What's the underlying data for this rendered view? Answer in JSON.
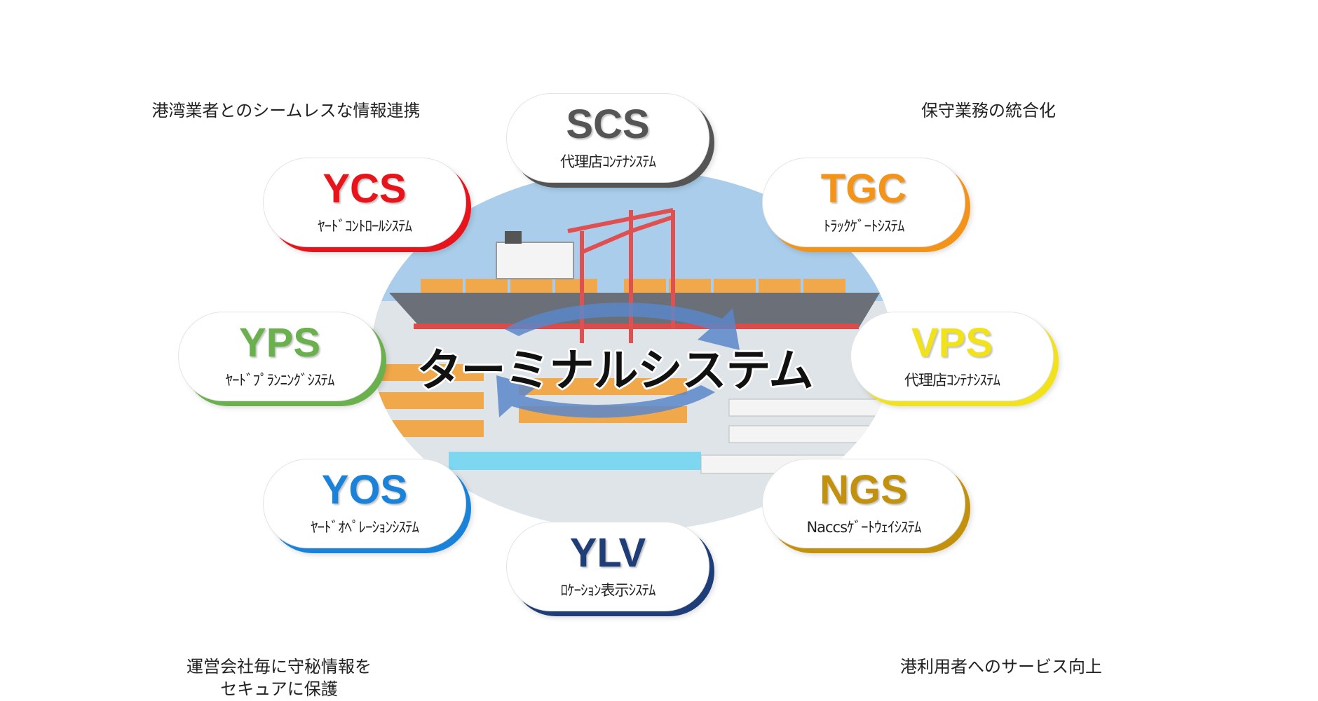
{
  "corners": {
    "seamless": {
      "title": "Seamless",
      "subtitle": "港湾業者とのシームレスな情報連携",
      "color": "#ff2d8a"
    },
    "integrate": {
      "title": "Integrate",
      "subtitle": "保守業務の統合化",
      "color": "#f5a020"
    },
    "security": {
      "title": "Security",
      "subtitle_line1": "運営会社毎に守秘情報を",
      "subtitle_line2": "セキュアに保護",
      "color": "#22c23a"
    },
    "service": {
      "title": "Service",
      "subtitle": "港利用者へのサービス向上",
      "color": "#8a2fc8"
    }
  },
  "center": {
    "label": "ターミナルシステム"
  },
  "systems": {
    "scs": {
      "code": "SCS",
      "name": "代理店ｺﾝﾃﾅｼｽﾃﾑ",
      "color": "#555555"
    },
    "ycs": {
      "code": "YCS",
      "name": "ﾔｰﾄﾞｺﾝﾄﾛｰﾙｼｽﾃﾑ",
      "color": "#e8141c"
    },
    "tgc": {
      "code": "TGC",
      "name": "ﾄﾗｯｸｹﾞｰﾄｼｽﾃﾑ",
      "color": "#f39418"
    },
    "yps": {
      "code": "YPS",
      "name": "ﾔｰﾄﾞﾌﾟﾗﾝﾆﾝｸﾞｼｽﾃﾑ",
      "color": "#6ab04c"
    },
    "vps": {
      "code": "VPS",
      "name": "代理店ｺﾝﾃﾅｼｽﾃﾑ",
      "color": "#f2e21a"
    },
    "yos": {
      "code": "YOS",
      "name": "ﾔｰﾄﾞｵﾍﾟﾚｰｼｮﾝｼｽﾃﾑ",
      "color": "#1a82d8"
    },
    "ngs": {
      "code": "NGS",
      "name": "Naccsｹﾞｰﾄｳｪｲｼｽﾃﾑ",
      "color": "#c2920e"
    },
    "ylv": {
      "code": "YLV",
      "name": "ﾛｹｰｼｮﾝ表示ｼｽﾃﾑ",
      "color": "#1f3e78"
    }
  }
}
